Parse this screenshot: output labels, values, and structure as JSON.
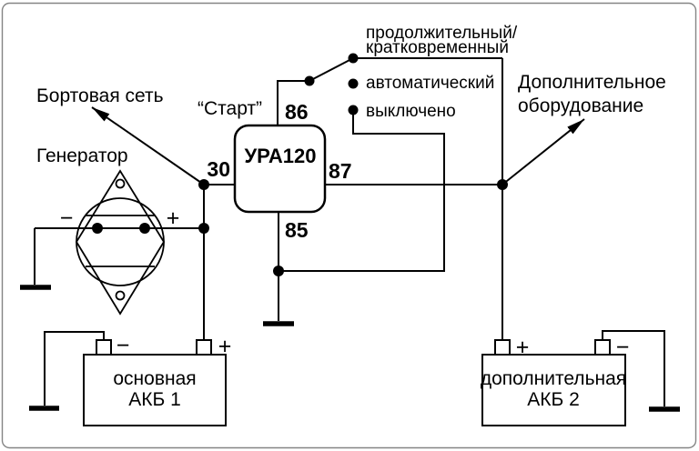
{
  "labels": {
    "board_network": "Бортовая сеть",
    "generator": "Генератор",
    "start": "“Старт”",
    "relay_model": "УРА120",
    "terminal_30": "30",
    "terminal_86": "86",
    "terminal_87": "87",
    "terminal_85": "85",
    "mode_long_line1": "продолжительный/",
    "mode_long_line2": "кратковременный",
    "mode_auto": "автоматический",
    "mode_off": "выключено",
    "equipment_line1": "Дополнительное",
    "equipment_line2": "оборудование"
  },
  "generator_terminals": {
    "neg": "−",
    "pos": "+"
  },
  "battery_main": {
    "name_line1": "основная",
    "name_line2": "АКБ 1",
    "sign_neg": "−",
    "sign_pos": "+"
  },
  "battery_aux": {
    "name_line1": "дополнительная",
    "name_line2": "АКБ 2",
    "sign_pos": "+",
    "sign_neg": "−"
  },
  "colors": {
    "line": "#000000",
    "background": "#ffffff",
    "frame_border": "#858585"
  }
}
